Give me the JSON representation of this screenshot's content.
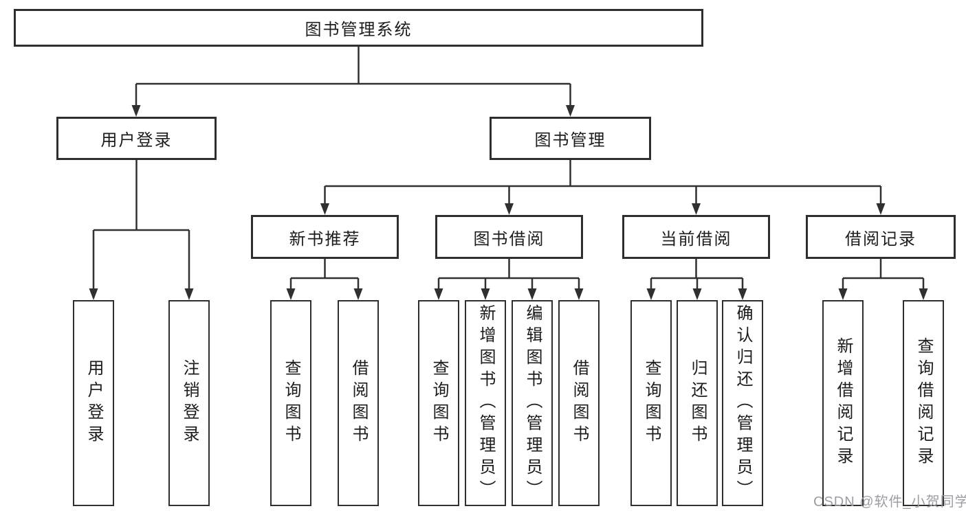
{
  "diagram": {
    "root": {
      "label": "图书管理系统",
      "children": [
        {
          "label": "用户登录",
          "children": [
            {
              "label": "用户登录"
            },
            {
              "label": "注销登录"
            }
          ]
        },
        {
          "label": "图书管理",
          "children": [
            {
              "label": "新书推荐",
              "children": [
                {
                  "label": "查询图书"
                },
                {
                  "label": "借阅图书"
                }
              ]
            },
            {
              "label": "图书借阅",
              "children": [
                {
                  "label": "查询图书"
                },
                {
                  "label": "新增图书（管理员）"
                },
                {
                  "label": "编辑图书（管理员）"
                },
                {
                  "label": "借阅图书"
                }
              ]
            },
            {
              "label": "当前借阅",
              "children": [
                {
                  "label": "查询图书"
                },
                {
                  "label": "归还图书"
                },
                {
                  "label": "确认归还（管理员）"
                }
              ]
            },
            {
              "label": "借阅记录",
              "children": [
                {
                  "label": "新增借阅记录"
                },
                {
                  "label": "查询借阅记录"
                }
              ]
            }
          ]
        }
      ]
    }
  },
  "watermark": "CSDN @软件_小贺同学",
  "colors": {
    "line": "#303030",
    "border": "#2e2e2e",
    "text": "#1c1c1c",
    "watermark": "#9c9ca4",
    "bg": "#ffffff"
  }
}
